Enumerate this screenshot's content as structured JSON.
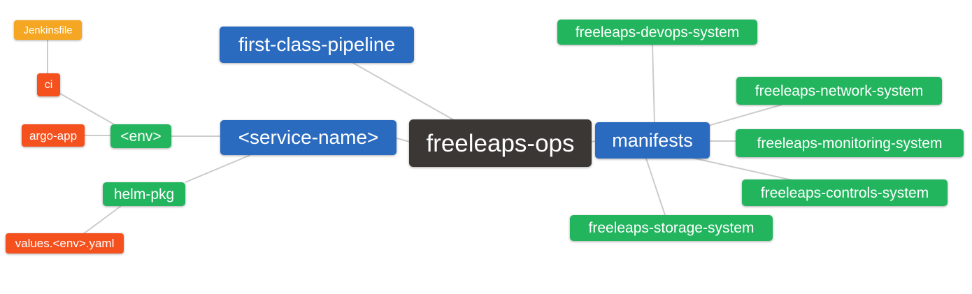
{
  "palette": {
    "blue": "#2b6bbf",
    "green": "#22b55e",
    "red": "#f4511e",
    "orange": "#f5a623",
    "dark": "#3b3735",
    "line": "#cccccc",
    "background": "#ffffff",
    "text": "#ffffff"
  },
  "diagram": {
    "title": "freeleaps-ops repository mind map",
    "nodes": {
      "freeleaps_ops": {
        "label": "freeleaps-ops",
        "color": "dark"
      },
      "first_class_pipeline": {
        "label": "first-class-pipeline",
        "color": "blue"
      },
      "service_name": {
        "label": "<service-name>",
        "color": "blue"
      },
      "manifests": {
        "label": "manifests",
        "color": "blue"
      },
      "env": {
        "label": "<env>",
        "color": "green"
      },
      "helm_pkg": {
        "label": "helm-pkg",
        "color": "green"
      },
      "ci": {
        "label": "ci",
        "color": "red"
      },
      "argo_app": {
        "label": "argo-app",
        "color": "red"
      },
      "values_env_yaml": {
        "label": "values.<env>.yaml",
        "color": "red"
      },
      "jenkinsfile": {
        "label": "Jenkinsfile",
        "color": "orange"
      },
      "devops_system": {
        "label": "freeleaps-devops-system",
        "color": "green"
      },
      "network_system": {
        "label": "freeleaps-network-system",
        "color": "green"
      },
      "monitoring_system": {
        "label": "freeleaps-monitoring-system",
        "color": "green"
      },
      "controls_system": {
        "label": "freeleaps-controls-system",
        "color": "green"
      },
      "storage_system": {
        "label": "freeleaps-storage-system",
        "color": "green"
      }
    },
    "edges": [
      {
        "from": "jenkinsfile",
        "to": "ci"
      },
      {
        "from": "ci",
        "to": "env"
      },
      {
        "from": "argo_app",
        "to": "env"
      },
      {
        "from": "env",
        "to": "service_name"
      },
      {
        "from": "service_name",
        "to": "freeleaps_ops"
      },
      {
        "from": "first_class_pipeline",
        "to": "freeleaps_ops"
      },
      {
        "from": "service_name",
        "to": "helm_pkg"
      },
      {
        "from": "helm_pkg",
        "to": "values_env_yaml"
      },
      {
        "from": "freeleaps_ops",
        "to": "manifests"
      },
      {
        "from": "manifests",
        "to": "devops_system"
      },
      {
        "from": "manifests",
        "to": "network_system"
      },
      {
        "from": "manifests",
        "to": "monitoring_system"
      },
      {
        "from": "manifests",
        "to": "controls_system"
      },
      {
        "from": "manifests",
        "to": "storage_system"
      }
    ]
  }
}
